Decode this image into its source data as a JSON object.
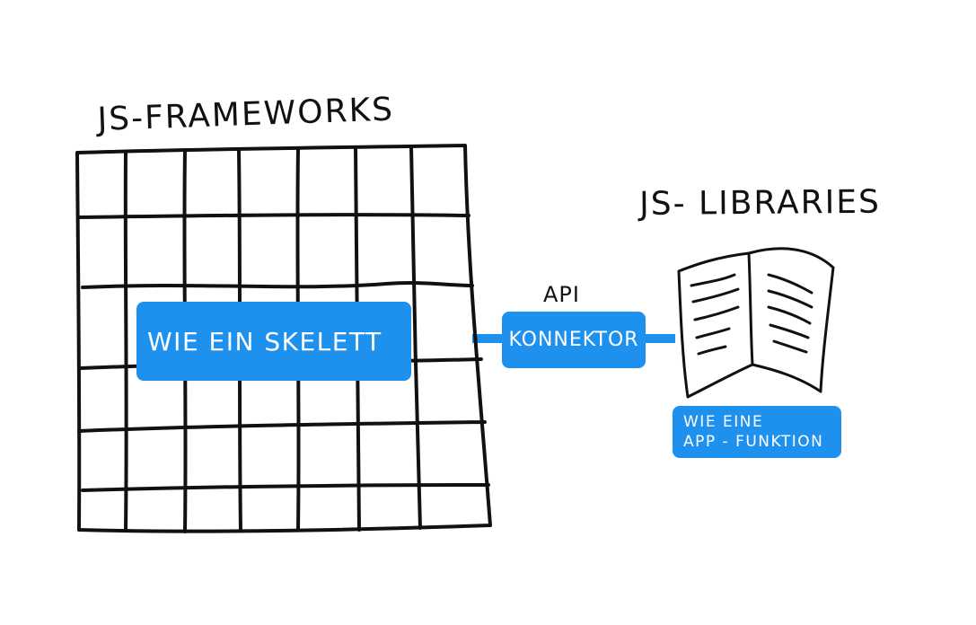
{
  "labels": {
    "frameworks_title": "JS-FRAMEWORKS",
    "libraries_title": "JS- LIBRARIES",
    "api": "API",
    "skeleton": "WIE EIN SKELETT",
    "connector": "KONNEKTOR",
    "function_line1": "WIE EINE",
    "function_line2": "APP - FUNKTION"
  },
  "colors": {
    "ink": "#111111",
    "accent": "#1e90ee",
    "background": "#ffffff"
  },
  "icons": {
    "grid": "grid-icon",
    "book": "open-book-icon"
  }
}
